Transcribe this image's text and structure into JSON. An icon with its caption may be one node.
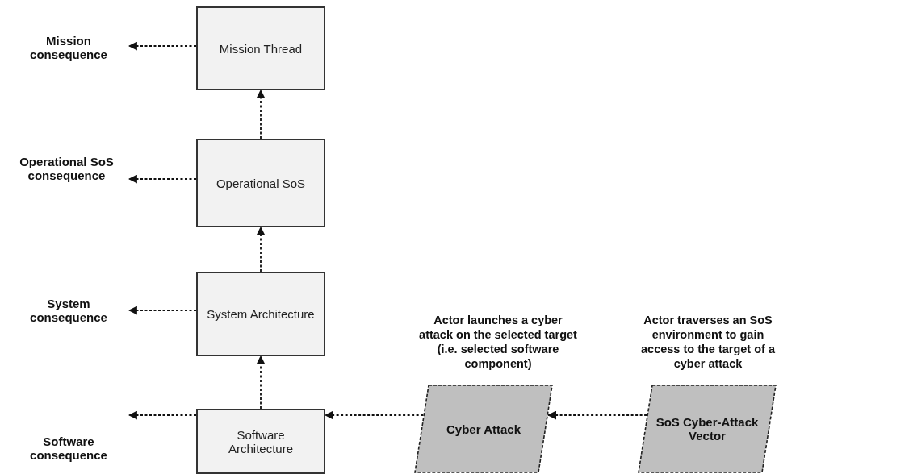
{
  "diagram": {
    "nodes": [
      {
        "text": [
          "Mission Thread"
        ]
      },
      {
        "text": [
          "Operational SoS"
        ]
      },
      {
        "text": [
          "System Architecture"
        ]
      },
      {
        "text": [
          "Software Architecture"
        ]
      },
      {
        "text": [
          "Cyber Attack"
        ],
        "beside": [
          "Actor launches a cyber attack on the selected target (i.e. selected software component)"
        ]
      },
      {
        "text": [
          "SoS Cyber-Attack Vector"
        ],
        "beside": [
          "Actor traverses an SoS environment to gain access to the target of a cyber attack"
        ]
      },
      {
        "text": [
          "Mission consequence"
        ]
      },
      {
        "text": [
          "Operational SoS consequence"
        ]
      },
      {
        "text": [
          "System consequence"
        ]
      },
      {
        "text": [
          "Software consequence"
        ]
      }
    ],
    "edges": [
      {
        "from": 0,
        "to": 6,
        "arrow": "to",
        "style": "dashed"
      },
      {
        "from": 1,
        "to": 0,
        "arrow": "to",
        "style": "dashed"
      },
      {
        "from": 1,
        "to": 7,
        "arrow": "to",
        "style": "dashed"
      },
      {
        "from": 2,
        "to": 1,
        "arrow": "to",
        "style": "dashed"
      },
      {
        "from": 2,
        "to": 8,
        "arrow": "to",
        "style": "dashed"
      },
      {
        "from": 3,
        "to": 2,
        "arrow": "to",
        "style": "dashed"
      },
      {
        "from": 3,
        "to": 9,
        "arrow": "to",
        "style": "dashed"
      },
      {
        "from": 4,
        "to": 3,
        "arrow": "to",
        "style": "dashed"
      },
      {
        "from": 5,
        "to": 4,
        "arrow": "to",
        "style": "dashed"
      }
    ]
  }
}
